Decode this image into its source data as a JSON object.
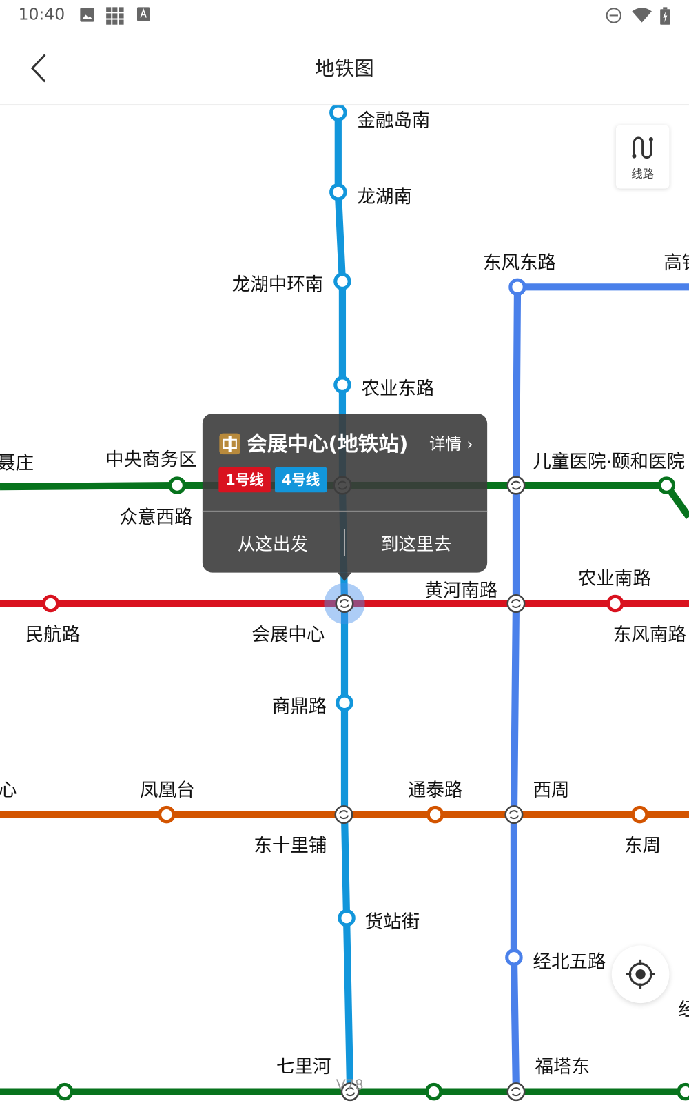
{
  "status_bar": {
    "time": "10:40"
  },
  "header": {
    "title": "地铁图"
  },
  "lines_button": {
    "label": "线路"
  },
  "popup": {
    "station_name": "会展中心(地铁站)",
    "detail_label": "详情 ›",
    "lines": [
      {
        "label": "1号线",
        "color": "#d9121f"
      },
      {
        "label": "4号线",
        "color": "#1296db"
      }
    ],
    "from_here": "从这出发",
    "to_here": "到这里去"
  },
  "version": "V78",
  "colors": {
    "line4": "#1296db",
    "line2": "#4a80ea",
    "green": "#07731d",
    "red": "#d9121f",
    "orange": "#d35400"
  },
  "stations": [
    "金融岛南",
    "龙湖南",
    "龙湖中环南",
    "农业东路",
    "东风东路",
    "高铁",
    "聂庄",
    "中央商务区",
    "众意西路",
    "儿童医院·颐和医院",
    "民航路",
    "会展中心",
    "黄河南路",
    "农业南路",
    "东风南路",
    "商鼎路",
    "心",
    "凤凰台",
    "通泰路",
    "西周",
    "东十里铺",
    "东周",
    "货站街",
    "经北五路",
    "七里河",
    "福塔东",
    "经"
  ]
}
